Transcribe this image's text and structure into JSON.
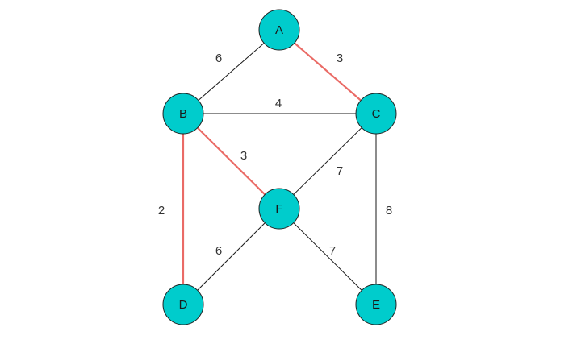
{
  "colors": {
    "node_fill": "#00CCCC",
    "node_stroke": "#222222",
    "edge_default": "#1a1a1a",
    "edge_highlight": "#EA6B66",
    "background": "#FFFFFF"
  },
  "nodes": [
    {
      "id": "A",
      "label": "A"
    },
    {
      "id": "B",
      "label": "B"
    },
    {
      "id": "C",
      "label": "C"
    },
    {
      "id": "F",
      "label": "F"
    },
    {
      "id": "D",
      "label": "D"
    },
    {
      "id": "E",
      "label": "E"
    }
  ],
  "edges": [
    {
      "from": "A",
      "to": "B",
      "weight": "6",
      "highlighted": false
    },
    {
      "from": "A",
      "to": "C",
      "weight": "3",
      "highlighted": true
    },
    {
      "from": "B",
      "to": "C",
      "weight": "4",
      "highlighted": false
    },
    {
      "from": "B",
      "to": "F",
      "weight": "3",
      "highlighted": true
    },
    {
      "from": "B",
      "to": "D",
      "weight": "2",
      "highlighted": true
    },
    {
      "from": "C",
      "to": "F",
      "weight": "7",
      "highlighted": false
    },
    {
      "from": "C",
      "to": "E",
      "weight": "8",
      "highlighted": false
    },
    {
      "from": "F",
      "to": "D",
      "weight": "6",
      "highlighted": false
    },
    {
      "from": "F",
      "to": "E",
      "weight": "7",
      "highlighted": false
    }
  ]
}
